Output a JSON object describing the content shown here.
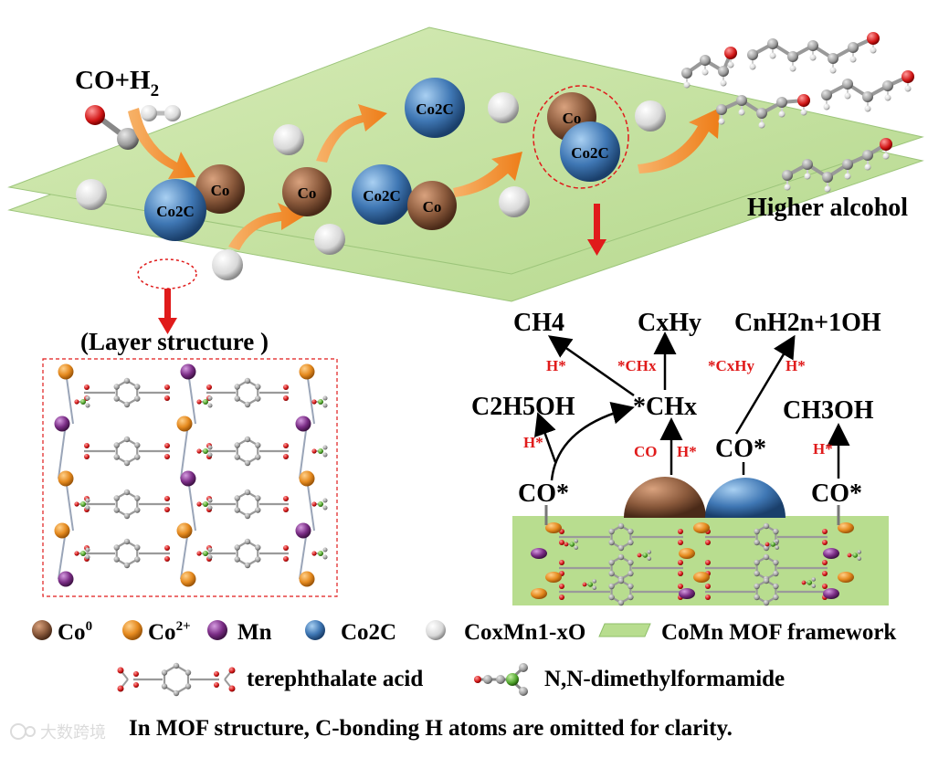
{
  "top": {
    "reactant": "CO+H",
    "reactant_sub": "2",
    "product": "Higher alcohol",
    "sphere_labels": {
      "co": "Co",
      "co2c": "Co2C"
    }
  },
  "layer": {
    "title": "(Layer structure )"
  },
  "mechanism": {
    "ch4": "CH4",
    "cxhy": "CxHy",
    "alcohol": "CnH2n+1OH",
    "c2h5oh": "C2H5OH",
    "chx": "*CHx",
    "ch3oh": "CH3OH",
    "co_star": "CO*",
    "h_star": "H*",
    "chx_label": "*CHx",
    "cxhy_label": "*CxHy",
    "co": "CO"
  },
  "legend": {
    "co0": "Co",
    "co0_sup": "0",
    "co2p": "Co",
    "co2p_sup": "2+",
    "mn": "Mn",
    "co2c": "Co2C",
    "comnox": "CoxMn1-xO",
    "framework": "CoMn MOF framework",
    "terephthalate": "terephthalate acid",
    "dmf": "N,N-dimethylformamide"
  },
  "footnote": "In MOF structure, C-bonding H atoms are omitted for clarity.",
  "watermark": "大数跨境",
  "colors": {
    "plate": "#c9e3a6",
    "co": "#8b5a3c",
    "co2c": "#3f77b4",
    "co2plus": "#e58a1f",
    "mn": "#7b2d86",
    "arrow": "#f08a24",
    "red": "#e01b1b"
  }
}
